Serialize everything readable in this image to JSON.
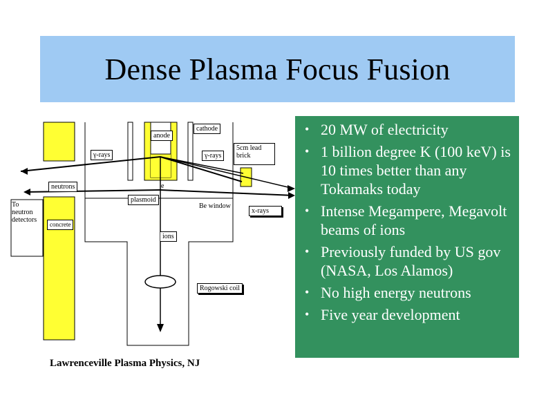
{
  "slide": {
    "title": "Dense Plasma Focus Fusion",
    "footer": "Lawrenceville Plasma Physics, NJ"
  },
  "diagram": {
    "labels": {
      "anode": "anode",
      "cathode": "cathode",
      "gamma_rays_left": "γ-rays",
      "gamma_rays_right": "γ-rays",
      "lead_brick_line1": "5cm lead",
      "lead_brick_line2": "brick",
      "neutrons": "neutrons",
      "e": "e",
      "plasmoid": "plasmoid",
      "be_window": "Be window",
      "x_rays": "x-rays",
      "to_detectors_line1": "To",
      "to_detectors_line2": "neutron",
      "to_detectors_line3": "detectors",
      "concrete": "concrete",
      "ions": "ions",
      "rogowski": "Rogowski coil"
    },
    "colors": {
      "yellow": "#ffff33",
      "line": "#000000"
    }
  },
  "bullets": {
    "items": [
      "20 MW of electricity",
      "1 billion degree K (100 keV) is 10 times better than any Tokamaks today",
      "Intense Megampere, Megavolt beams of ions",
      "Previously funded by US gov (NASA, Los Alamos)",
      "No high energy neutrons",
      "Five year development"
    ],
    "bullet_glyph": "•",
    "colors": {
      "background": "#33915e",
      "text": "#ffffff"
    }
  },
  "theme": {
    "title_bar": "#9fcaf3"
  }
}
